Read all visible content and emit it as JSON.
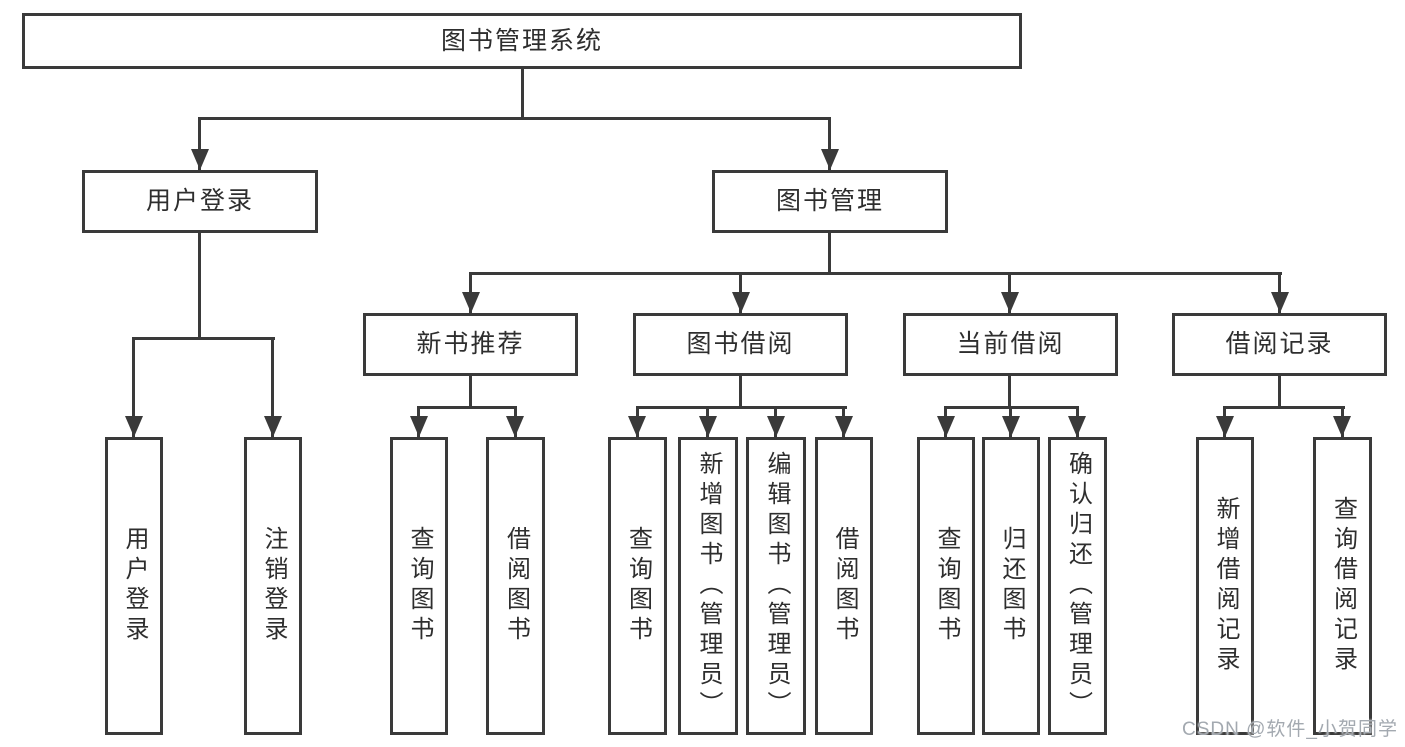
{
  "diagram": {
    "root": {
      "label": "图书管理系统"
    },
    "branches": [
      {
        "label": "用户登录",
        "children": [
          {
            "label": "用户登录"
          },
          {
            "label": "注销登录"
          }
        ]
      },
      {
        "label": "图书管理",
        "children": [
          {
            "label": "新书推荐",
            "children": [
              {
                "label": "查询图书"
              },
              {
                "label": "借阅图书"
              }
            ]
          },
          {
            "label": "图书借阅",
            "children": [
              {
                "label": "查询图书"
              },
              {
                "label": "新增图书（管理员）"
              },
              {
                "label": "编辑图书（管理员）"
              },
              {
                "label": "借阅图书"
              }
            ]
          },
          {
            "label": "当前借阅",
            "children": [
              {
                "label": "查询图书"
              },
              {
                "label": "归还图书"
              },
              {
                "label": "确认归还（管理员）"
              }
            ]
          },
          {
            "label": "借阅记录",
            "children": [
              {
                "label": "新增借阅记录"
              },
              {
                "label": "查询借阅记录"
              }
            ]
          }
        ]
      }
    ]
  },
  "watermark": {
    "text": "CSDN @软件_小贺同学"
  },
  "colors": {
    "line": "#3a3a3a",
    "text": "#2e2e2e",
    "background": "#ffffff",
    "watermark": "#a3a9b0"
  }
}
